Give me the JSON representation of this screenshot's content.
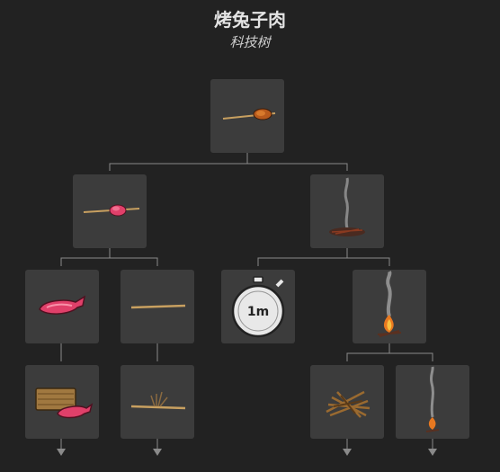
{
  "header": {
    "title": "烤兔子肉",
    "subtitle": "科技树"
  },
  "nodes": [
    {
      "id": "cooked-rabbit-meat",
      "icon": "cooked-meat-on-stick-icon"
    },
    {
      "id": "raw-rabbit-meat-on-stick",
      "icon": "raw-meat-on-stick-icon"
    },
    {
      "id": "campfire-smoldering",
      "icon": "smoldering-campfire-icon"
    },
    {
      "id": "raw-rabbit-leg",
      "icon": "raw-rabbit-leg-icon"
    },
    {
      "id": "wooden-stick",
      "icon": "wooden-stick-icon"
    },
    {
      "id": "cooking-timer",
      "icon": "stopwatch-icon",
      "label": "1m"
    },
    {
      "id": "campfire-burning",
      "icon": "burning-campfire-icon"
    },
    {
      "id": "rabbit-hay-and-leg",
      "icon": "hay-and-leg-icon"
    },
    {
      "id": "stick-and-twigs",
      "icon": "stick-with-twigs-icon"
    },
    {
      "id": "kindling-pile",
      "icon": "kindling-pile-icon"
    },
    {
      "id": "small-fire",
      "icon": "small-fire-icon"
    }
  ],
  "colors": {
    "background": "#222222",
    "tile": "#3c3c3c",
    "connector": "#8a8a8a",
    "meat_pink": "#e0406a",
    "cooked_brown": "#b85a1c",
    "stick": "#c8a060",
    "flame": "#e87820"
  }
}
